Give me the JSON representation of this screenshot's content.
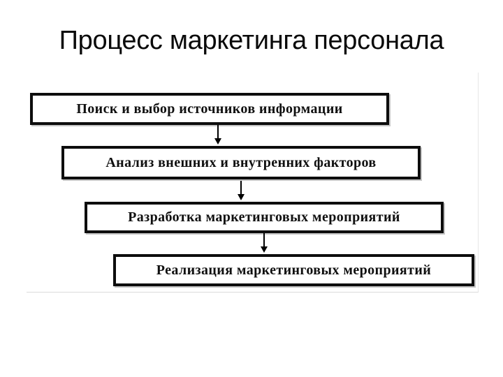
{
  "slide": {
    "title": "Процесс маркетинга персонала",
    "colors": {
      "background": "#ffffff",
      "title_text": "#0a0a0a",
      "box_border": "#0d0d0d",
      "box_fill": "#ffffff",
      "box_text": "#101010",
      "arrow": "#000000"
    },
    "flowchart": {
      "steps": [
        "Поиск и выбор источников информации",
        "Анализ внешних и внутренних факторов",
        "Разработка маркетинговых мероприятий",
        "Реализация маркетинговых мероприятий"
      ]
    }
  }
}
